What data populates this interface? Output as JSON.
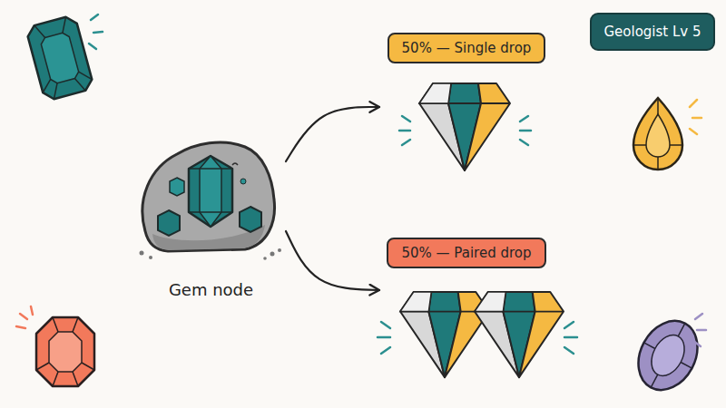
{
  "diagram": {
    "nodes": [
      {
        "text": [
          "Gem node"
        ]
      },
      {
        "text": [
          "50% — Single drop"
        ]
      },
      {
        "text": [
          "50% — Paired drop"
        ]
      },
      {
        "text": [
          "Geologist Lv 5"
        ]
      }
    ],
    "edges": [
      {
        "from": 0,
        "to": 1,
        "arrow": "to"
      },
      {
        "from": 0,
        "to": 2,
        "arrow": "to"
      }
    ]
  }
}
